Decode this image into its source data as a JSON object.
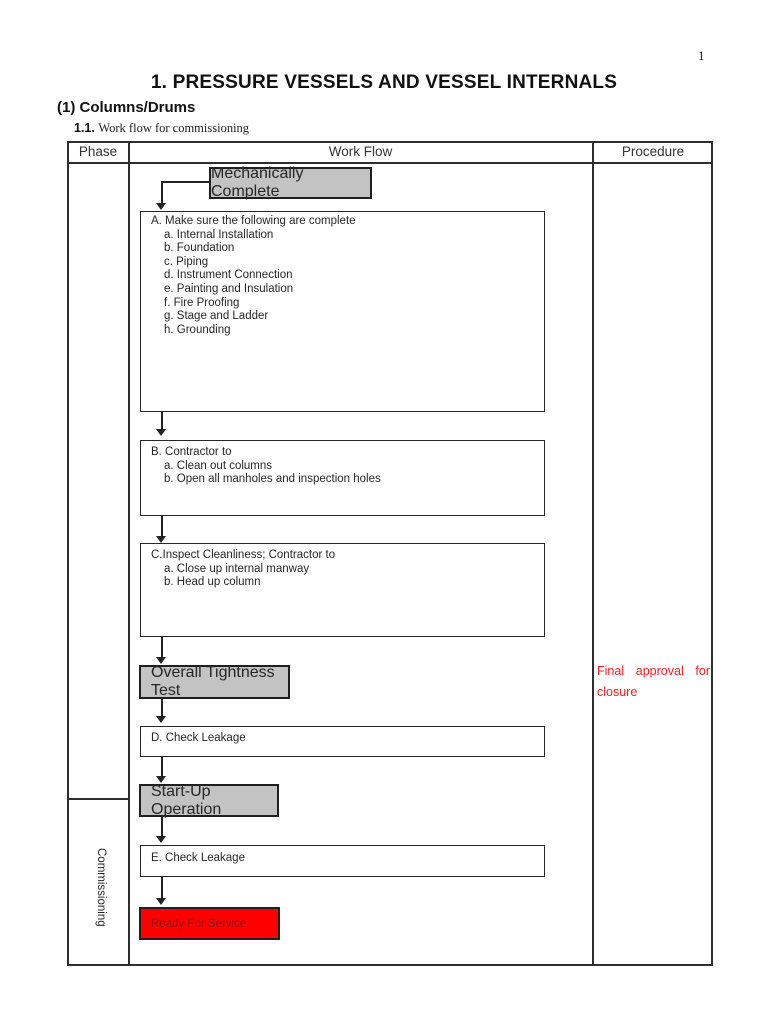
{
  "page": {
    "number": "1"
  },
  "title": "1. PRESSURE VESSELS AND VESSEL INTERNALS",
  "section": "(1) Columns/Drums",
  "subsection": {
    "number": "1.1.",
    "text": "Work flow for commissioning"
  },
  "table": {
    "headers": {
      "phase": "Phase",
      "workflow": "Work Flow",
      "procedure": "Procedure"
    }
  },
  "phase": {
    "label": "Commissioning"
  },
  "procedure": {
    "note": "Final approval for closure",
    "text_color": "#fb2020"
  },
  "flow": {
    "start": {
      "label": "Mechanically Complete"
    },
    "box_a": {
      "title": "A. Make sure the following are complete",
      "items": [
        "a. Internal Installation",
        "b. Foundation",
        "c. Piping",
        "d. Instrument Connection",
        "e. Painting and Insulation",
        "f.  Fire Proofing",
        "g. Stage and Ladder",
        "h. Grounding"
      ]
    },
    "box_b": {
      "title": "B. Contractor to",
      "items": [
        "a. Clean out columns",
        "b. Open all manholes and inspection holes"
      ]
    },
    "box_c": {
      "title": "C.Inspect Cleanliness; Contractor to",
      "items": [
        "a. Close up internal manway",
        "b. Head up column"
      ]
    },
    "tightness": {
      "label": "Overall Tightness Test"
    },
    "box_d": {
      "label": "D. Check Leakage"
    },
    "startup": {
      "label": "Start-Up Operation"
    },
    "box_e": {
      "label": "E. Check Leakage"
    },
    "ready": {
      "label": "Ready For Service"
    },
    "colors": {
      "gray_fill": "#c3c3c3",
      "ready_fill": "#fe0000",
      "ready_text": "#8b1414",
      "line": "#222222"
    }
  }
}
